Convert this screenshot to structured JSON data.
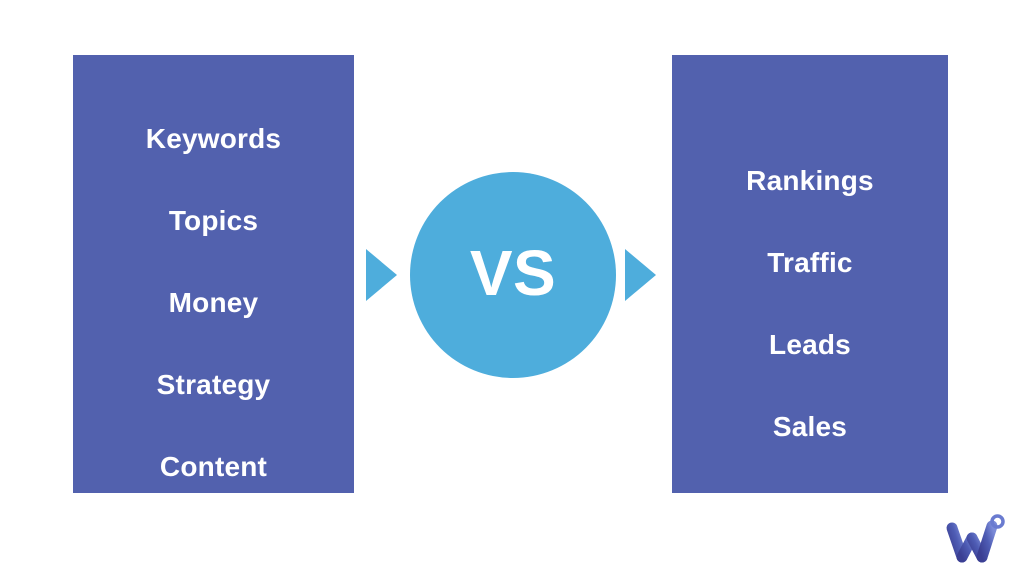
{
  "slide": {
    "background_color": "#FFFFFF",
    "type": "comparison-vs-diagram"
  },
  "left_panel": {
    "name": "inputs-panel",
    "background_color": "#5261AE",
    "text_color": "#FFFFFF",
    "items": [
      {
        "label": "Keywords"
      },
      {
        "label": "Topics"
      },
      {
        "label": "Money"
      },
      {
        "label": "Strategy"
      },
      {
        "label": "Content"
      }
    ]
  },
  "right_panel": {
    "name": "outcomes-panel",
    "background_color": "#5261AE",
    "text_color": "#FFFFFF",
    "items": [
      {
        "label": "Rankings"
      },
      {
        "label": "Traffic"
      },
      {
        "label": "Leads"
      },
      {
        "label": "Sales"
      }
    ]
  },
  "center": {
    "label": "VS",
    "circle_color": "#4EADDC",
    "text_color": "#FFFFFF"
  },
  "arrows": {
    "color": "#4EADDC",
    "left": {
      "icon": "triangle-right-icon",
      "direction": "right"
    },
    "right": {
      "icon": "triangle-right-icon",
      "direction": "right"
    }
  },
  "logo": {
    "icon": "w-degree-logo-icon",
    "alt_text": "W",
    "mark": "°",
    "color_start": "#3F4C9C",
    "color_end": "#6A7BD0"
  }
}
